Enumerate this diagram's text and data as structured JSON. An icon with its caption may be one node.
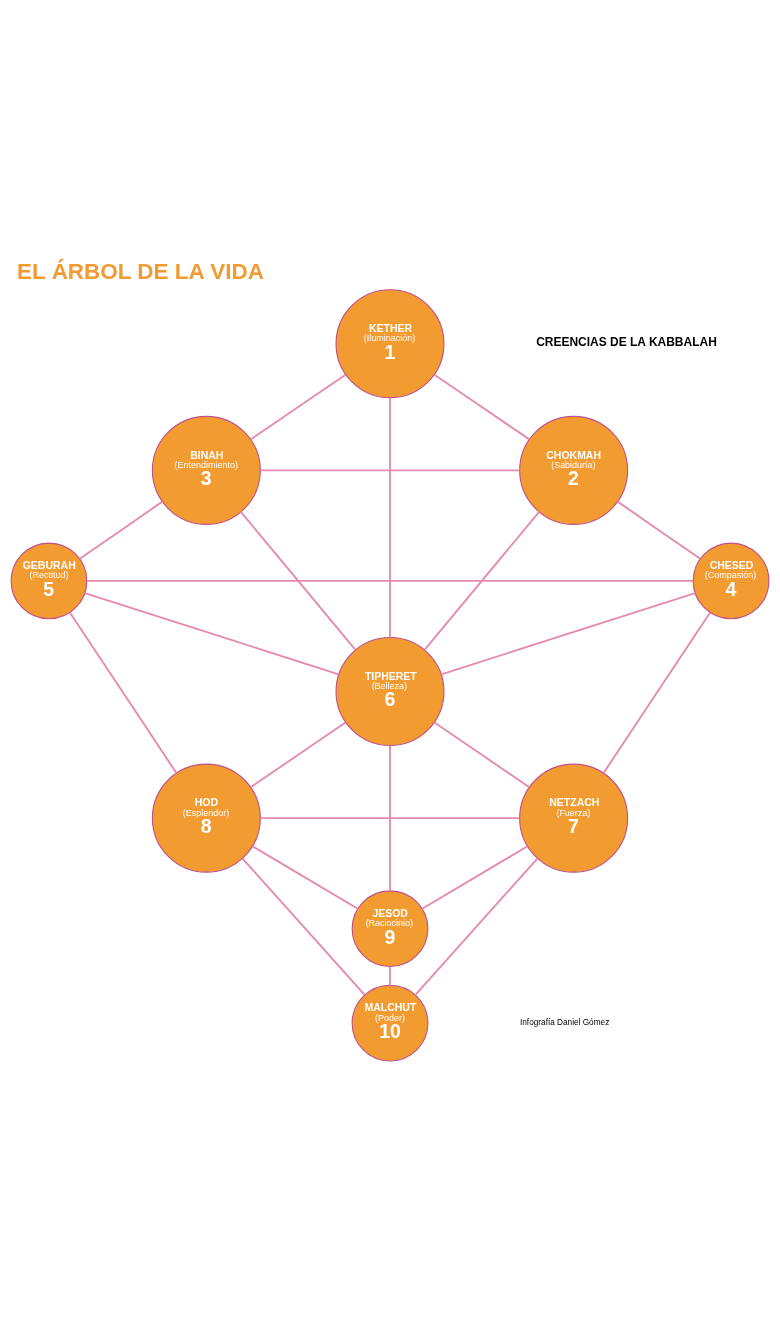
{
  "diagram": {
    "title": "EL ÁRBOL DE LA VIDA",
    "nodes": [
      {
        "text": [
          "KETHER",
          "(Iluminación)",
          "1"
        ]
      },
      {
        "text": [
          "BINAH",
          "(Entendimiento)",
          "3"
        ]
      },
      {
        "text": [
          "CHOKMAH",
          "(Sabiduría)",
          "2"
        ]
      },
      {
        "text": [
          "GEBURAH",
          "(Rectitud)",
          "5"
        ]
      },
      {
        "text": [
          "CHESED",
          "(Compasión)",
          "4"
        ]
      },
      {
        "text": [
          "TIPHERET",
          "(Belleza)",
          "6"
        ]
      },
      {
        "text": [
          "HOD",
          "(Esplendor)",
          "8"
        ]
      },
      {
        "text": [
          "NETZACH",
          "(Fuerza)",
          "7"
        ]
      },
      {
        "text": [
          "JESOD",
          "(Raciocinio)",
          "9"
        ]
      },
      {
        "text": [
          "MALCHUT",
          "(Poder)",
          "10"
        ]
      }
    ],
    "edges": [
      {
        "from": 0,
        "to": 1,
        "arrow": "none"
      },
      {
        "from": 0,
        "to": 2,
        "arrow": "none"
      },
      {
        "from": 0,
        "to": 5,
        "arrow": "none"
      },
      {
        "from": 1,
        "to": 2,
        "arrow": "none"
      },
      {
        "from": 1,
        "to": 3,
        "arrow": "none"
      },
      {
        "from": 2,
        "to": 4,
        "arrow": "none"
      },
      {
        "from": 1,
        "to": 5,
        "arrow": "none"
      },
      {
        "from": 2,
        "to": 5,
        "arrow": "none"
      },
      {
        "from": 3,
        "to": 4,
        "arrow": "none"
      },
      {
        "from": 3,
        "to": 5,
        "arrow": "none"
      },
      {
        "from": 4,
        "to": 5,
        "arrow": "none"
      },
      {
        "from": 3,
        "to": 6,
        "arrow": "none"
      },
      {
        "from": 4,
        "to": 7,
        "arrow": "none"
      },
      {
        "from": 5,
        "to": 6,
        "arrow": "none"
      },
      {
        "from": 5,
        "to": 7,
        "arrow": "none"
      },
      {
        "from": 6,
        "to": 7,
        "arrow": "none"
      },
      {
        "from": 5,
        "to": 8,
        "arrow": "none"
      },
      {
        "from": 6,
        "to": 8,
        "arrow": "none"
      },
      {
        "from": 7,
        "to": 8,
        "arrow": "none"
      },
      {
        "from": 6,
        "to": 9,
        "arrow": "none"
      },
      {
        "from": 7,
        "to": 9,
        "arrow": "none"
      },
      {
        "from": 8,
        "to": 9,
        "arrow": "none"
      }
    ],
    "labels": [
      "CREENCIAS DE LA KABBALAH",
      "Infografía Daniel Gómez"
    ]
  }
}
